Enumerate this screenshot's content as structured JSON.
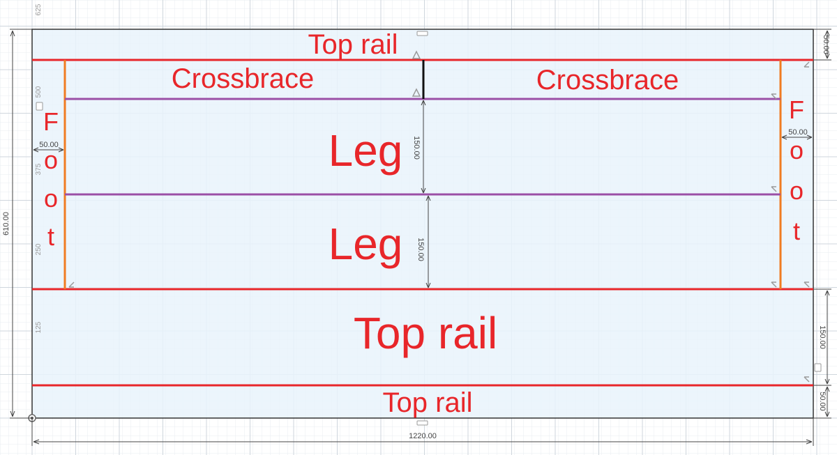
{
  "colors": {
    "background": "#ffffff",
    "grid_minor": "#e8ecf0",
    "grid_major": "#cfd6dd",
    "panel_fill": "#e9f3fb",
    "outline": "#333333",
    "rail_line": "#e8262a",
    "foot_line": "#f07c22",
    "leg_line": "#9b4fa6",
    "label": "#e8262a",
    "dimension": "#444444",
    "ruler_text": "#9a9a9a"
  },
  "labels": {
    "top_rail_upper": "Top rail",
    "crossbrace_left": "Crossbrace",
    "crossbrace_right": "Crossbrace",
    "leg_upper": "Leg",
    "leg_lower": "Leg",
    "top_rail_middle": "Top rail",
    "top_rail_lower": "Top rail",
    "foot_left": "Foot",
    "foot_right": "Foot"
  },
  "dimensions": {
    "overall_width": "1220.00",
    "overall_height": "610.00",
    "upper_rail": "50.00",
    "lower_rail": "50.00",
    "middle_rail": "150.00",
    "leg_upper": "150.00",
    "leg_lower": "150.00",
    "foot_left": "50.00",
    "foot_right": "50.00"
  },
  "ruler_ticks": [
    "625",
    "500",
    "375",
    "250",
    "125"
  ]
}
